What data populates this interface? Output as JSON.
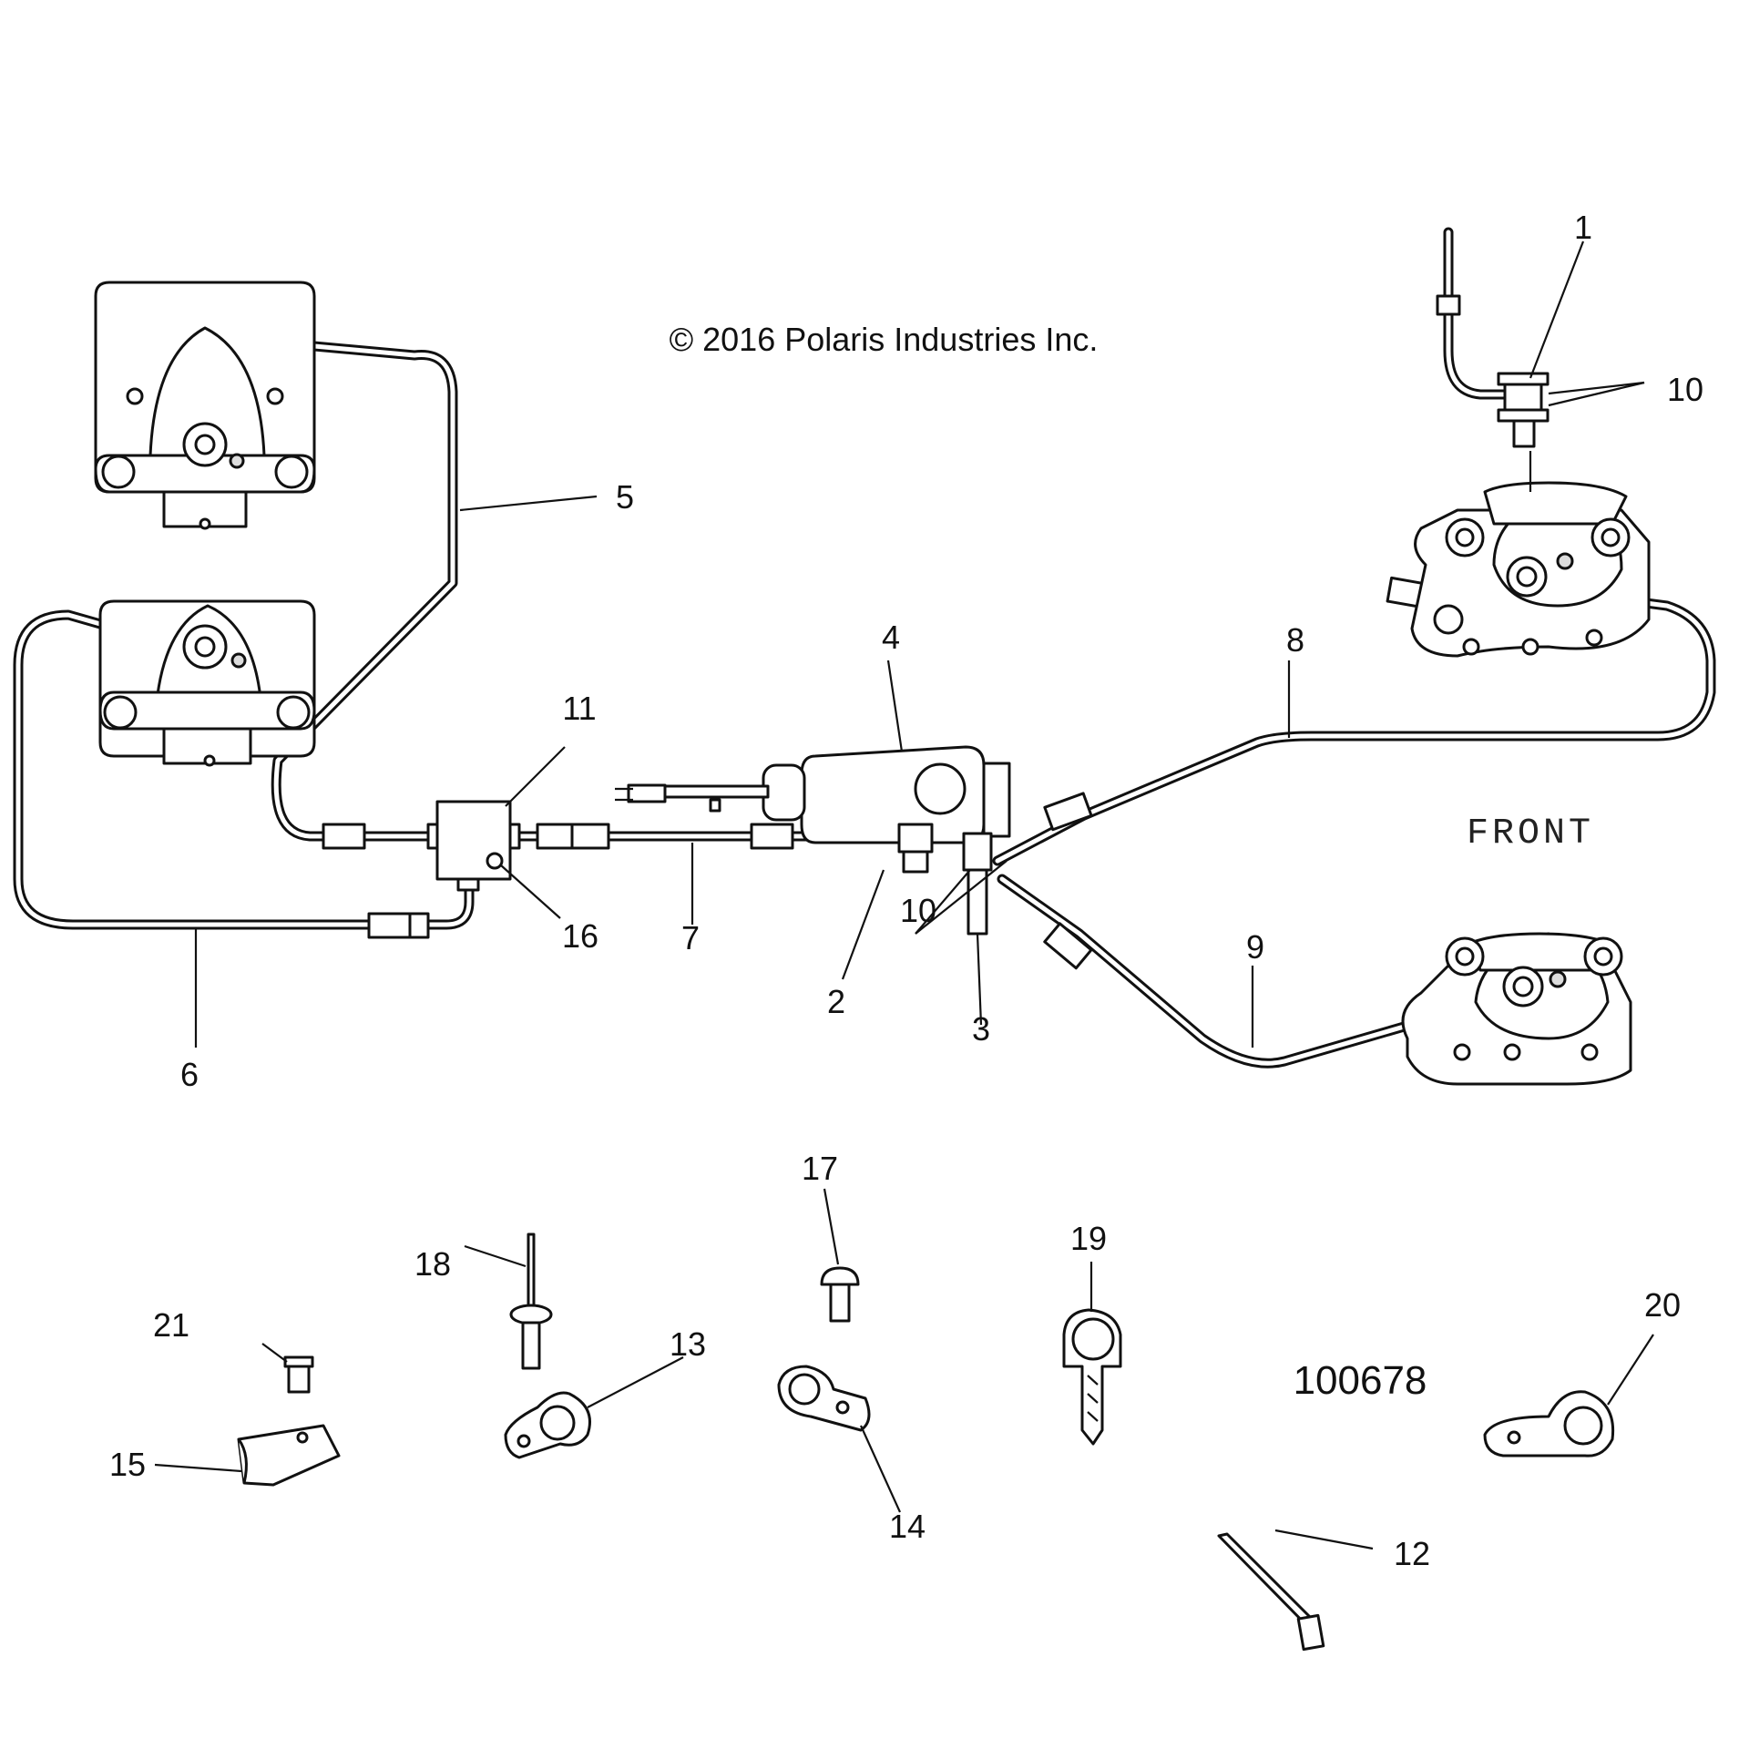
{
  "copyright": "© 2016 Polaris Industries Inc.",
  "front_label": "FRONT",
  "part_number": "100678",
  "callouts": [
    "1",
    "2",
    "3",
    "4",
    "5",
    "6",
    "7",
    "8",
    "9",
    "10",
    "10",
    "11",
    "12",
    "13",
    "14",
    "15",
    "16",
    "17",
    "18",
    "19",
    "20",
    "21"
  ]
}
